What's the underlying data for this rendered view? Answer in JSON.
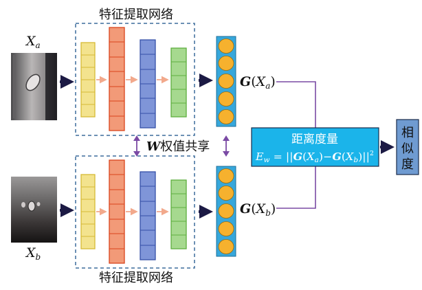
{
  "network": {
    "top_title": "特征提取网络",
    "bottom_title": "特征提取网络"
  },
  "inputs": {
    "a": {
      "label_main": "X",
      "label_sub": "a"
    },
    "b": {
      "label_main": "X",
      "label_sub": "b"
    }
  },
  "outputs": {
    "a": {
      "func": "G",
      "open": "(",
      "var": "X",
      "sub": "a",
      "close": ")"
    },
    "b": {
      "func": "G",
      "open": "(",
      "var": "X",
      "sub": "b",
      "close": ")"
    }
  },
  "weight_share": {
    "symbol": "W",
    "text": "权值共享"
  },
  "distance_box": {
    "title": "距离度量",
    "formula": {
      "lhs": "E",
      "lhs_sub": "w",
      "eq": " = ||",
      "g1": "G",
      "p1": "(",
      "x1": "X",
      "s1": "a",
      "q1": ")",
      "minus": "−",
      "g2": "G",
      "p2": "(",
      "x2": "X",
      "s2": "b",
      "q2": ")",
      "close": "||",
      "exp": "2"
    }
  },
  "similarity_box": {
    "chars": [
      "相",
      "似",
      "度"
    ]
  },
  "colors": {
    "yellow": "#f3e38e",
    "yellow_stroke": "#d6b936",
    "orange": "#f29a78",
    "orange_stroke": "#d9441d",
    "blue": "#7f95d8",
    "blue_stroke": "#3550a8",
    "green": "#a6d98f",
    "green_stroke": "#5eae3f",
    "feature_fill": "#f6b12e",
    "feature_bg": "#36a7db",
    "box_bg": "#1bb4ea",
    "sim_bg": "#6f9bd1",
    "dark_arrow": "#1c1a44",
    "purple": "#7a4aa4",
    "dashed": "#3c6c9c"
  }
}
